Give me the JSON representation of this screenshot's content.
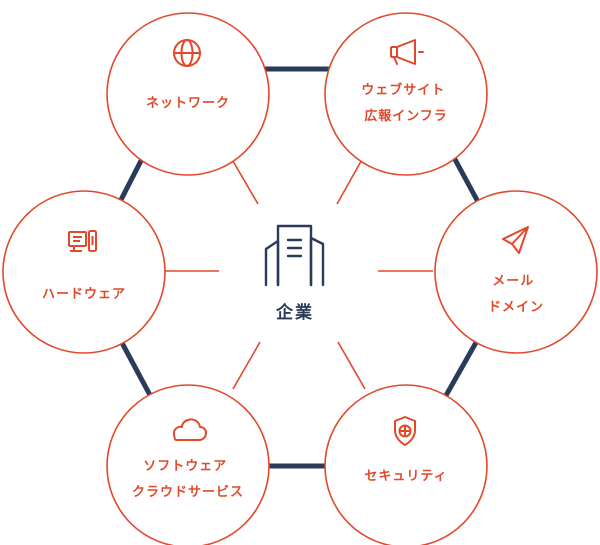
{
  "center": {
    "label": "企業",
    "icon": "building-icon"
  },
  "colors": {
    "accent": "#e2482a",
    "ring": "#2a3a5a",
    "node_fill": "#ffffff"
  },
  "nodes": [
    {
      "id": "network",
      "lines": [
        "ネットワーク"
      ],
      "icon": "globe-icon"
    },
    {
      "id": "web",
      "lines": [
        "ウェブサイト",
        "広報インフラ"
      ],
      "icon": "megaphone-icon"
    },
    {
      "id": "mail",
      "lines": [
        "メール",
        "ドメイン"
      ],
      "icon": "paper-plane-icon"
    },
    {
      "id": "security",
      "lines": [
        "セキュリティ"
      ],
      "icon": "shield-icon"
    },
    {
      "id": "software",
      "lines": [
        "ソフトウェア",
        "クラウドサービス"
      ],
      "icon": "cloud-icon"
    },
    {
      "id": "hardware",
      "lines": [
        "ハードウェア"
      ],
      "icon": "computer-icon"
    }
  ]
}
